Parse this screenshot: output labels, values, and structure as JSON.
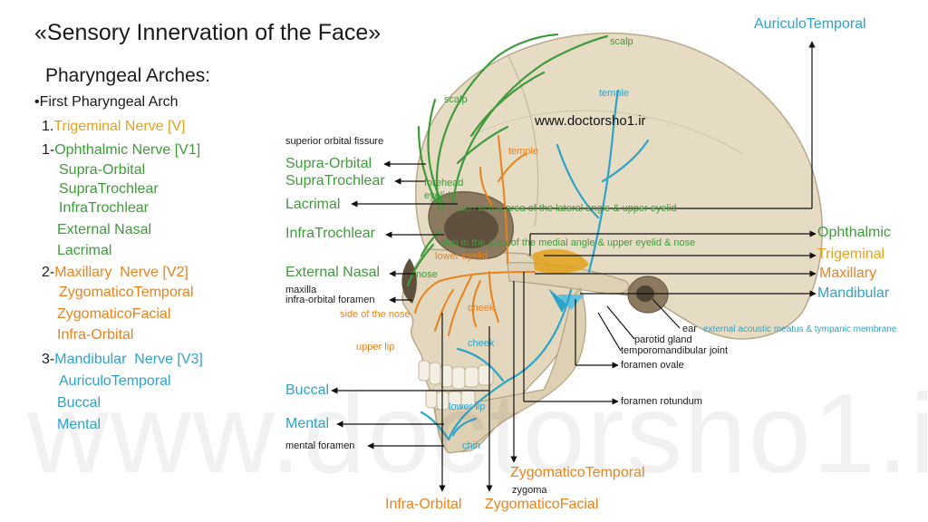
{
  "title": "«Sensory Innervation of the Face»",
  "arches_heading": "Pharyngeal Arches:",
  "left_list": [
    {
      "id": "first-arch",
      "text": "First Pharyngeal Arch",
      "bullet": "•"
    },
    {
      "id": "trigeminal",
      "prefix": "1.",
      "text": "Trigeminal Nerve [V]"
    },
    {
      "id": "ophthalmic",
      "prefix": "1-",
      "text": "Ophthalmic Nerve [V1]"
    },
    {
      "id": "supra-orbital",
      "text": "Supra-Orbital"
    },
    {
      "id": "supratrochlear",
      "text": "SupraTrochlear"
    },
    {
      "id": "infratrochlear",
      "text": "InfraTrochlear"
    },
    {
      "id": "external-nasal",
      "text": "External Nasal"
    },
    {
      "id": "lacrimal",
      "text": "Lacrimal"
    },
    {
      "id": "maxillary",
      "prefix": "2-",
      "text": "Maxillary  Nerve [V2]"
    },
    {
      "id": "zygomaticotemporal",
      "text": "ZygomaticoTemporal"
    },
    {
      "id": "zygomaticofacial",
      "text": "ZygomaticoFacial"
    },
    {
      "id": "infra-orbital",
      "text": "Infra-Orbital"
    },
    {
      "id": "mandibular",
      "prefix": "3-",
      "text": "Mandibular  Nerve [V3]"
    },
    {
      "id": "auriculotemporal",
      "text": "AuriculoTemporal"
    },
    {
      "id": "buccal",
      "text": "Buccal"
    },
    {
      "id": "mental",
      "text": "Mental"
    }
  ],
  "labels": {
    "auriculotemporal_top": "AuriculoTemporal",
    "superior_orbital_fissure": "superior orbital fissure",
    "supra_orbital": "Supra-Orbital",
    "supratrochlear": "SupraTrochlear",
    "lacrimal": "Lacrimal",
    "infratrochlear": "InfraTrochlear",
    "external_nasal": "External Nasal",
    "maxilla": "maxilla",
    "infra_orbital_foramen": "infra-orbital foramen",
    "buccal": "Buccal",
    "mental": "Mental",
    "mental_foramen": "mental foramen",
    "ophthalmic": "Ophthalmic",
    "trigeminal": "Trigeminal",
    "maxillary": "Maxillary",
    "mandibular": "Mandibular",
    "ear": "ear",
    "external_acoustic": "external acoustic meatus & tympanic membrane",
    "parotid_gland": "parotid gland",
    "temporomandibular_joint": "temporomandibular joint",
    "foramen_ovale": "foramen ovale",
    "foramen_rotundum": "foramen rotundum",
    "zygomaticotemporal_bottom": "ZygomaticoTemporal",
    "zygoma": "zygoma",
    "infra_orbital_bottom": "Infra-Orbital",
    "zygomaticofacial_bottom": "ZygomaticoFacial"
  },
  "skull_labels": {
    "scalp_top": "scalp",
    "scalp_left": "scalp",
    "temple_upper": "temple",
    "temple_lower": "temple",
    "forehead": "forehead",
    "eyelids": "eyelids",
    "skin_lateral": "skin in the area of the lateral angle & upper eyelid",
    "skin_medial": "skin in the area of the medial angle & upper eyelid & nose",
    "lower_eyelid": "lower eyelid",
    "nose": "nose",
    "side_of_nose": "side of the nose",
    "cheek_upper": "cheek",
    "cheek_lower": "cheek",
    "upper_lip": "upper lip",
    "lower_lip": "lower lip",
    "chin": "chin"
  },
  "website": "www.doctorsho1.ir",
  "watermark": "www.doctorsho1.ir",
  "colors": {
    "ophthalmic_green": "#3f9a3a",
    "maxillary_orange": "#e8821e",
    "trigeminal_gold": "#e3a21a",
    "mandibular_blue": "#2ea3c8",
    "bone": "#e6dcc4"
  }
}
